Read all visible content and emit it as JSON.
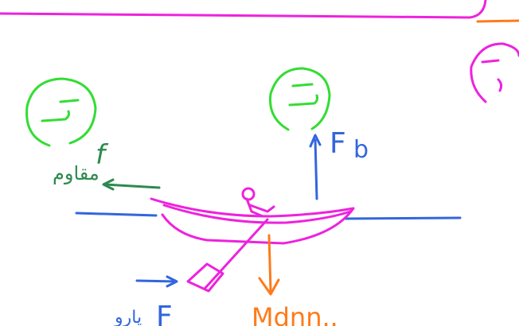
{
  "canvas": {
    "background": "#ffffff"
  },
  "colors": {
    "magenta": "#ee22dd",
    "green": "#33dd33",
    "dark_green": "#2d8a4e",
    "blue": "#3366dd",
    "orange": "#ff7a1a"
  },
  "labels": {
    "buoyancy_symbol": "F",
    "buoyancy_subscript": "b",
    "resistance_symbol": "f",
    "resistance_word": "مقاوم",
    "paddle_force_symbol": "F",
    "paddle_force_word": "پارو",
    "weight_text": "Mdnn.."
  },
  "emojis": [
    {
      "name": "smiley-left",
      "color": "green"
    },
    {
      "name": "smiley-center",
      "color": "green"
    },
    {
      "name": "smiley-right",
      "color": "magenta"
    }
  ]
}
